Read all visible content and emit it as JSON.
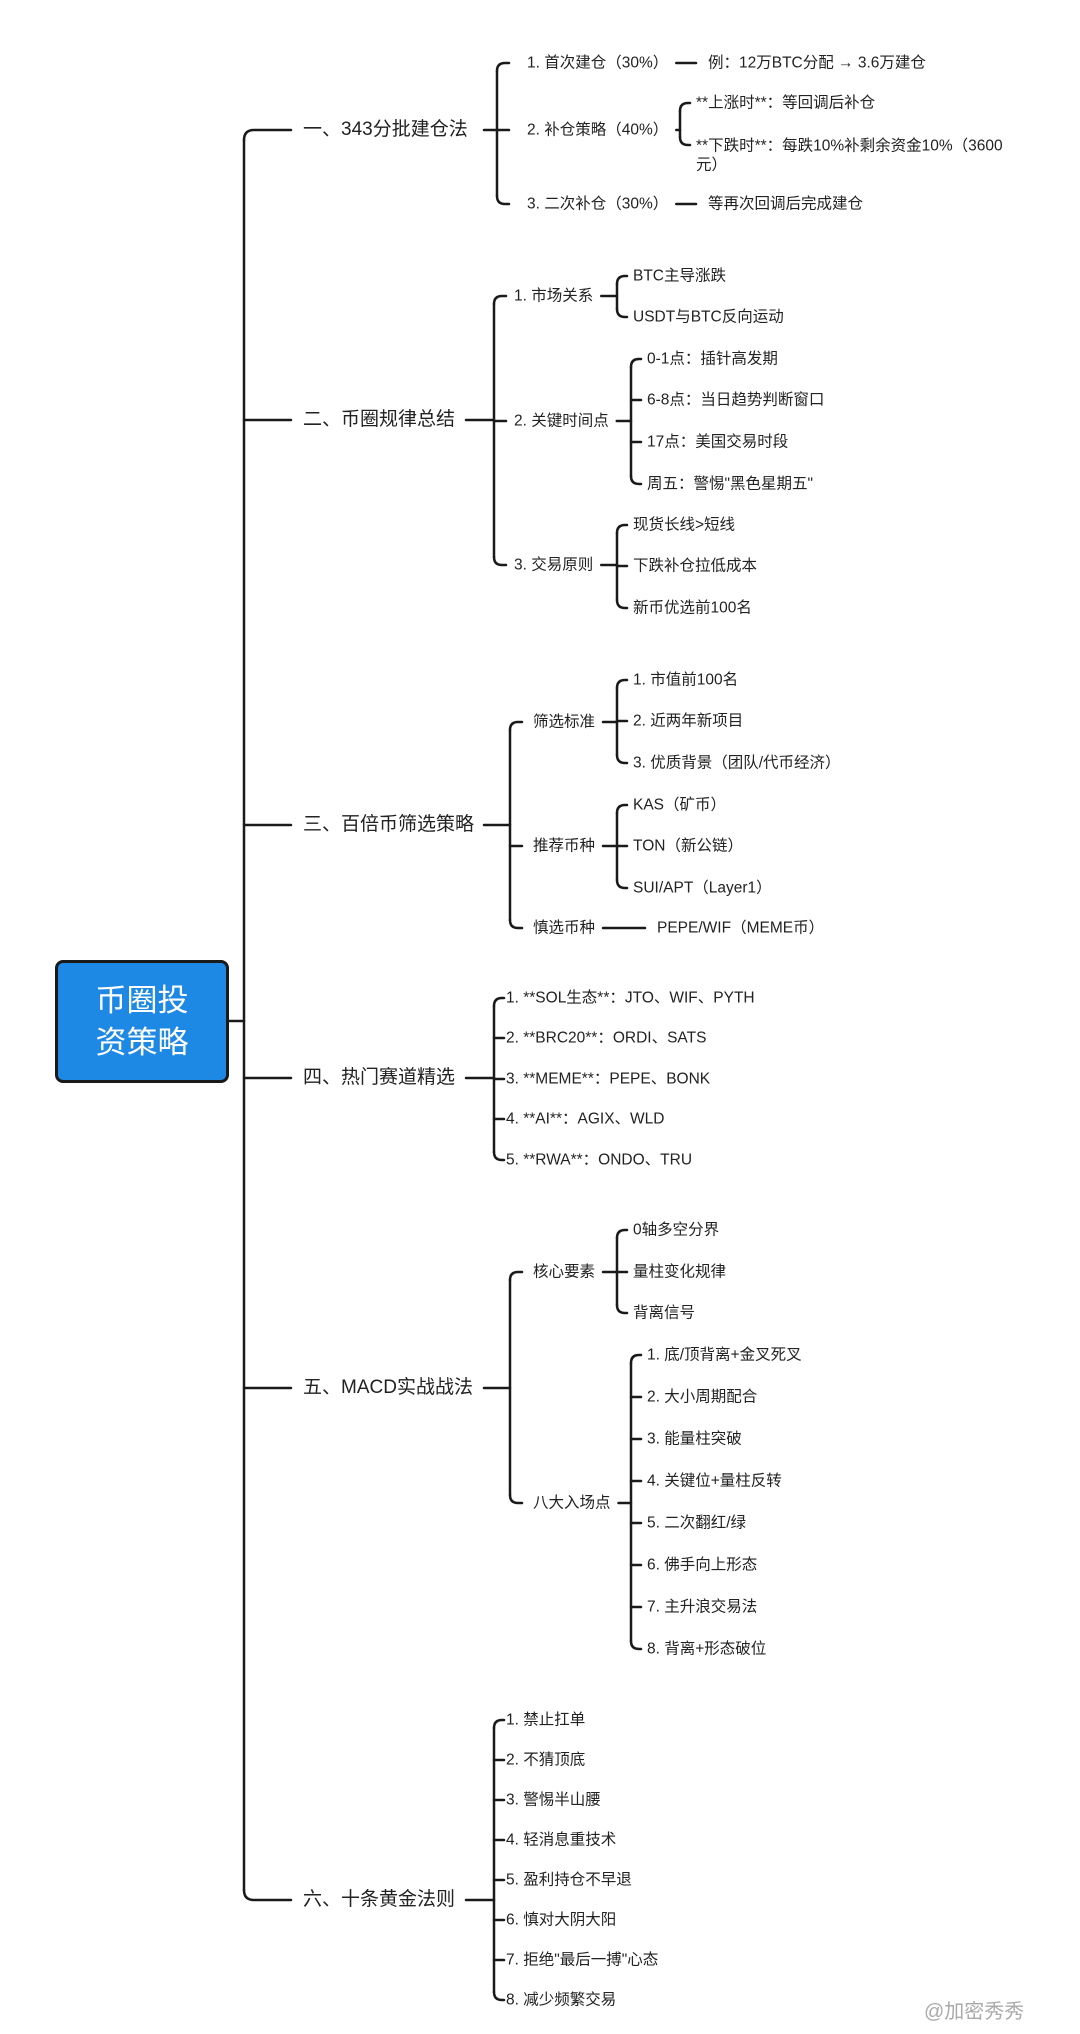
{
  "root": "币圈投资策略",
  "watermark": "@加密秀秀",
  "line_color": "#1a1a1a",
  "root_color": "#1e88e5",
  "branches": [
    {
      "label": "一、343分批建仓法",
      "children": [
        {
          "label": "1. 首次建仓（30%）",
          "children": [
            {
              "label": "例：12万BTC分配 → 3.6万建仓"
            }
          ]
        },
        {
          "label": "2. 补仓策略（40%）",
          "children": [
            {
              "label": "**上涨时**：等回调后补仓"
            },
            {
              "label": "**下跌时**：每跌10%补剩余资金10%（3600元）"
            }
          ]
        },
        {
          "label": "3. 二次补仓（30%）",
          "children": [
            {
              "label": "等再次回调后完成建仓"
            }
          ]
        }
      ]
    },
    {
      "label": "二、币圈规律总结",
      "children": [
        {
          "label": "1. 市场关系",
          "children": [
            {
              "label": "BTC主导涨跌"
            },
            {
              "label": "USDT与BTC反向运动"
            }
          ]
        },
        {
          "label": "2. 关键时间点",
          "children": [
            {
              "label": "0-1点：插针高发期"
            },
            {
              "label": "6-8点：当日趋势判断窗口"
            },
            {
              "label": "17点：美国交易时段"
            },
            {
              "label": "周五：警惕\"黑色星期五\""
            }
          ]
        },
        {
          "label": "3. 交易原则",
          "children": [
            {
              "label": "现货长线>短线"
            },
            {
              "label": "下跌补仓拉低成本"
            },
            {
              "label": "新币优选前100名"
            }
          ]
        }
      ]
    },
    {
      "label": "三、百倍币筛选策略",
      "children": [
        {
          "label": "筛选标准",
          "children": [
            {
              "label": "1. 市值前100名"
            },
            {
              "label": "2. 近两年新项目"
            },
            {
              "label": "3. 优质背景（团队/代币经济）"
            }
          ]
        },
        {
          "label": "推荐币种",
          "children": [
            {
              "label": "KAS（矿币）"
            },
            {
              "label": "TON（新公链）"
            },
            {
              "label": "SUI/APT（Layer1）"
            }
          ]
        },
        {
          "label": "慎选币种",
          "children": [
            {
              "label": "PEPE/WIF（MEME币）"
            }
          ]
        }
      ]
    },
    {
      "label": "四、热门赛道精选",
      "children": [
        {
          "label": "1. **SOL生态**：JTO、WIF、PYTH"
        },
        {
          "label": "2. **BRC20**：ORDI、SATS"
        },
        {
          "label": "3. **MEME**：PEPE、BONK"
        },
        {
          "label": "4. **AI**：AGIX、WLD"
        },
        {
          "label": "5. **RWA**：ONDO、TRU"
        }
      ]
    },
    {
      "label": "五、MACD实战战法",
      "children": [
        {
          "label": "核心要素",
          "children": [
            {
              "label": "0轴多空分界"
            },
            {
              "label": "量柱变化规律"
            },
            {
              "label": "背离信号"
            }
          ]
        },
        {
          "label": "八大入场点",
          "children": [
            {
              "label": "1. 底/顶背离+金叉死叉"
            },
            {
              "label": "2. 大小周期配合"
            },
            {
              "label": "3. 能量柱突破"
            },
            {
              "label": "4. 关键位+量柱反转"
            },
            {
              "label": "5. 二次翻红/绿"
            },
            {
              "label": "6. 佛手向上形态"
            },
            {
              "label": "7. 主升浪交易法"
            },
            {
              "label": "8. 背离+形态破位"
            }
          ]
        }
      ]
    },
    {
      "label": "六、十条黄金法则",
      "children": [
        {
          "label": "1. 禁止扛单"
        },
        {
          "label": "2. 不猜顶底"
        },
        {
          "label": "3. 警惕半山腰"
        },
        {
          "label": "4. 轻消息重技术"
        },
        {
          "label": "5. 盈利持仓不早退"
        },
        {
          "label": "6. 慎对大阴大阳"
        },
        {
          "label": "7. 拒绝\"最后一搏\"心态"
        },
        {
          "label": "8. 减少频繁交易"
        }
      ]
    }
  ]
}
